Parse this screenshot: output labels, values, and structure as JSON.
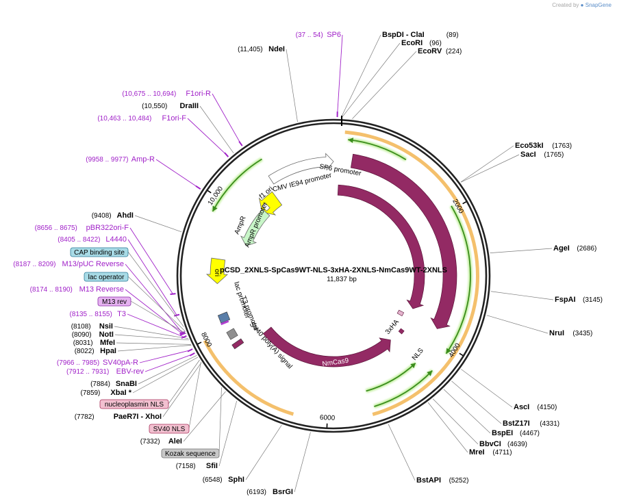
{
  "credit": {
    "prefix": "Created by",
    "brand": "SnapGene"
  },
  "plasmid": {
    "name": "pCSD_2XNLS-SpCas9WT-NLS-3xHA-2XNLS-NmCas9WT-2XNLS",
    "length_label": "11,837 bp",
    "length": 11837
  },
  "ticks": [
    {
      "pos": 2000,
      "label": "2000"
    },
    {
      "pos": 4000,
      "label": "4000"
    },
    {
      "pos": 6000,
      "label": "6000"
    },
    {
      "pos": 8000,
      "label": "8000"
    },
    {
      "pos": 10000,
      "label": "10,000"
    }
  ],
  "sites_right": [
    {
      "name": "BspDI  - ClaI",
      "pos": "(89)",
      "anchor": 89
    },
    {
      "name": "EcoRI",
      "pos": "(96)",
      "anchor": 96
    },
    {
      "name": "EcoRV",
      "pos": "(224)",
      "anchor": 224
    },
    {
      "name": "Eco53kI",
      "pos": "(1763)",
      "anchor": 1763
    },
    {
      "name": "SacI",
      "pos": "(1765)",
      "anchor": 1765
    },
    {
      "name": "AgeI",
      "pos": "(2686)",
      "anchor": 2686
    },
    {
      "name": "FspAI",
      "pos": "(3145)",
      "anchor": 3145
    },
    {
      "name": "NruI",
      "pos": "(3435)",
      "anchor": 3435
    },
    {
      "name": "AscI",
      "pos": "(4150)",
      "anchor": 4150
    },
    {
      "name": "BstZ17I",
      "pos": "(4331)",
      "anchor": 4331
    },
    {
      "name": "BspEI",
      "pos": "(4467)",
      "anchor": 4467
    },
    {
      "name": "BbvCI",
      "pos": "(4639)",
      "anchor": 4639
    },
    {
      "name": "MreI",
      "pos": "(4711)",
      "anchor": 4711
    },
    {
      "name": "BstAPI",
      "pos": "(5252)",
      "anchor": 5252
    }
  ],
  "sites_left": [
    {
      "name": "NdeI",
      "pos": "(11,405)",
      "anchor": 11405
    },
    {
      "name": "DraIII",
      "pos": "(10,550)",
      "anchor": 10550
    },
    {
      "name": "AhdI",
      "pos": "(9408)",
      "anchor": 9408
    },
    {
      "name": "NsiI",
      "pos": "(8108)",
      "anchor": 8108
    },
    {
      "name": "NotI",
      "pos": "(8090)",
      "anchor": 8090
    },
    {
      "name": "MfeI",
      "pos": "(8031)",
      "anchor": 8031
    },
    {
      "name": "HpaI",
      "pos": "(8022)",
      "anchor": 8022
    },
    {
      "name": "SnaBI",
      "pos": "(7884)",
      "anchor": 7884
    },
    {
      "name": "XbaI *",
      "pos": "(7859)",
      "anchor": 7859
    },
    {
      "name": "PaeR7I  - XhoI",
      "pos": "(7782)",
      "anchor": 7782
    },
    {
      "name": "AleI",
      "pos": "(7332)",
      "anchor": 7332
    },
    {
      "name": "SfiI",
      "pos": "(7158)",
      "anchor": 7158
    },
    {
      "name": "SphI",
      "pos": "(6548)",
      "anchor": 6548
    },
    {
      "name": "BsrGI",
      "pos": "(6193)",
      "anchor": 6193
    }
  ],
  "primers": [
    {
      "name": "SP6",
      "pos": "(37 .. 54)",
      "anchor": 45
    },
    {
      "name": "F1ori-R",
      "pos": "(10,675 .. 10,694)",
      "anchor": 10684
    },
    {
      "name": "F1ori-F",
      "pos": "(10,463 .. 10,484)",
      "anchor": 10473
    },
    {
      "name": "Amp-R",
      "pos": "(9958 .. 9977)",
      "anchor": 9967
    },
    {
      "name": "pBR322ori-F",
      "pos": "(8656 .. 8675)",
      "anchor": 8665
    },
    {
      "name": "L4440",
      "pos": "(8405 .. 8422)",
      "anchor": 8413
    },
    {
      "name": "M13/pUC Reverse",
      "pos": "(8187 .. 8209)",
      "anchor": 8198
    },
    {
      "name": "M13 Reverse",
      "pos": "(8174 .. 8190)",
      "anchor": 8182
    },
    {
      "name": "T3",
      "pos": "(8135 .. 8155)",
      "anchor": 8145
    },
    {
      "name": "SV40pA-R",
      "pos": "(7966 .. 7985)",
      "anchor": 7975
    },
    {
      "name": "EBV-rev",
      "pos": "(7912 .. 7931)",
      "anchor": 7921
    }
  ],
  "boxed_features": [
    {
      "label": "CAP binding site",
      "fill": "#a8dbe6",
      "stroke": "#2a7a96",
      "anchor": 8260
    },
    {
      "label": "lac operator",
      "fill": "#a8dbe6",
      "stroke": "#2a7a96",
      "anchor": 8200
    },
    {
      "label": "M13 rev",
      "fill": "#e5b2f0",
      "stroke": "#8a2aa8",
      "anchor": 8170
    },
    {
      "label": "nucleoplasmin NLS",
      "fill": "#f2c0d0",
      "stroke": "#a8305a",
      "anchor": 7820
    },
    {
      "label": "SV40 NLS",
      "fill": "#f2c0d0",
      "stroke": "#a8305a",
      "anchor": 7790
    },
    {
      "label": "Kozak sequence",
      "fill": "#c8c8c8",
      "stroke": "#707070",
      "anchor": 7400
    }
  ],
  "features": {
    "sp6_promoter": "SP6 promoter",
    "cmv_promoter": "CMV IE94 promoter",
    "f1_ori": "f1 ori",
    "ampr": "AmpR",
    "ampr_promoter": "AmpR promoter",
    "ori": "ori",
    "lac_promoter": "lac promoter",
    "t3_promoter": "T3 promoter",
    "sv40_polya": "SV40 poly(A) signal",
    "cas9_outer": "Cas9",
    "cas9_inner": "Cas9",
    "ha_tag": "3xHA",
    "nls": "NLS",
    "nmcas9": "NmCas9"
  },
  "colors": {
    "backbone": "#222222",
    "cas9": "#932a64",
    "primer": "#a020c8",
    "orange_band": "#f2b552",
    "green_line": "#3a8c1c",
    "green_glow": "#c6f0a4",
    "ori_yellow": "#ffff00",
    "ampr_green": "#c8f6c8"
  }
}
